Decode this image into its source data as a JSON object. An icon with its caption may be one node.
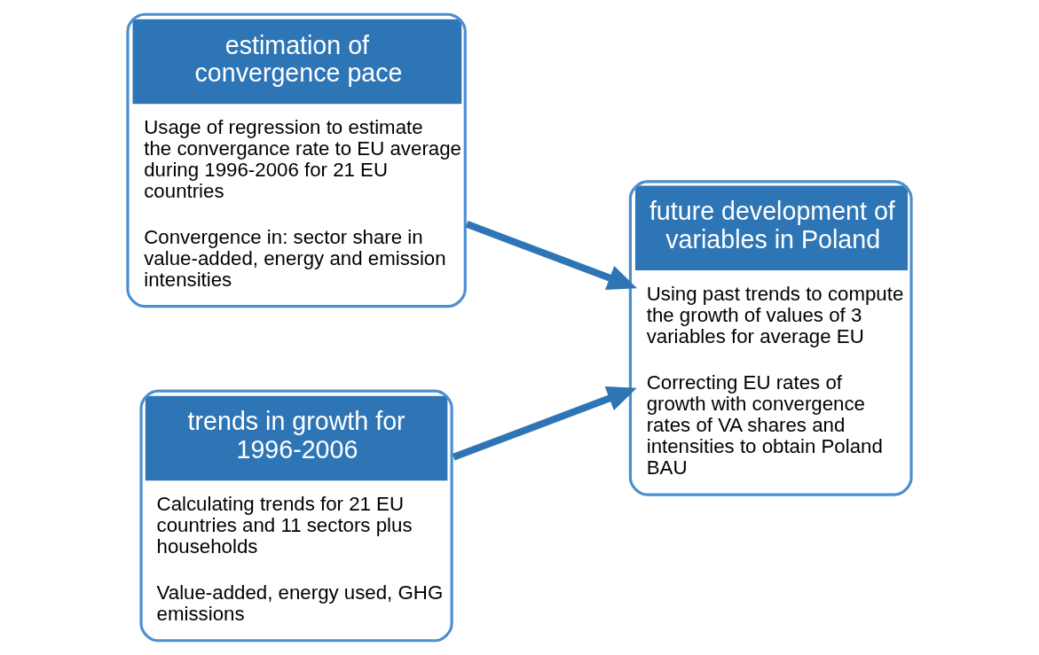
{
  "diagram": {
    "nodes": [
      {
        "text": [
          "estimation of convergence pace",
          "Usage of regression to estimate the convergance rate to EU average during 1996-2006 for 21 EU countries",
          "Convergence in: sector share in value-added, energy and emission intensities"
        ]
      },
      {
        "text": [
          "trends in growth for 1996-2006",
          "Calculating trends for 21 EU countries and 11 sectors plus households",
          "Value-added, energy used, GHG emissions"
        ]
      },
      {
        "text": [
          "future development of variables in Poland",
          "Using past trends to compute the growth of values of 3 variables for average EU",
          "Correcting EU rates of growth with convergence rates of VA shares and intensities to obtain Poland BAU"
        ]
      }
    ],
    "edges": [
      {
        "from": 0,
        "to": 2,
        "arrow": "to"
      },
      {
        "from": 1,
        "to": 2,
        "arrow": "to"
      }
    ]
  }
}
